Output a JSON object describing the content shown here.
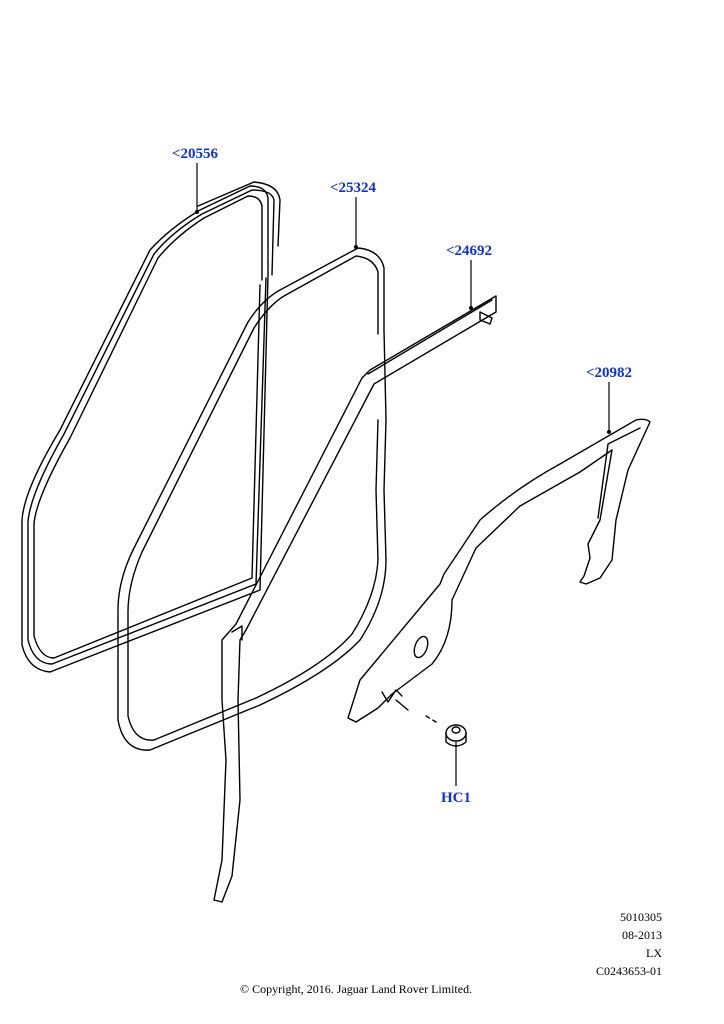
{
  "callouts": {
    "c1": "<20556",
    "c2": "<25324",
    "c3": "<24692",
    "c4": "<20982",
    "c5": "HC1"
  },
  "meta": {
    "line1": "5010305",
    "line2": "08-2013",
    "line3": "LX",
    "line4": "C0243653-01"
  },
  "copyright": "© Copyright, 2016. Jaguar Land Rover Limited.",
  "colors": {
    "callout": "#1133cc",
    "line": "#000000",
    "background": "#ffffff"
  }
}
